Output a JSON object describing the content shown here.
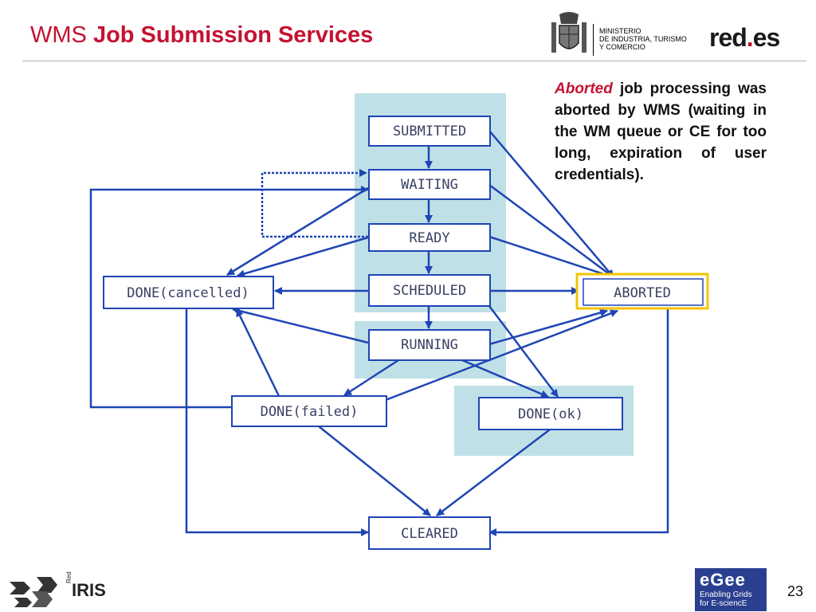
{
  "header": {
    "title_prefix": "WMS",
    "title_main": "Job Submission Services",
    "ministry_lines": [
      "MINISTERIO",
      "DE INDUSTRIA, TURISMO",
      "Y COMERCIO"
    ],
    "brand": {
      "part1": "red",
      "dot": ".",
      "part2": "es"
    }
  },
  "description": {
    "keyword": "Aborted",
    "text": "job processing was aborted by WMS (waiting in the WM queue or CE for too long, expiration of user credentials)."
  },
  "diagram": {
    "nodes": {
      "submitted": "SUBMITTED",
      "waiting": "WAITING",
      "ready": "READY",
      "scheduled": "SCHEDULED",
      "running": "RUNNING",
      "done_cancelled": "DONE(cancelled)",
      "aborted": "ABORTED",
      "done_failed": "DONE(failed)",
      "done_ok": "DONE(ok)",
      "cleared": "CLEARED"
    },
    "colors": {
      "arrow": "#1f45b5",
      "region": "#bfe0e6",
      "highlight": "#f5c400",
      "box_border": "#1f45b5"
    }
  },
  "footer": {
    "left_logo": "IRIS",
    "left_logo_small": "Red",
    "egee_logo": "eGee",
    "egee_line1": "Enabling Grids",
    "egee_line2": "for E-sciencE",
    "page_number": "23"
  }
}
